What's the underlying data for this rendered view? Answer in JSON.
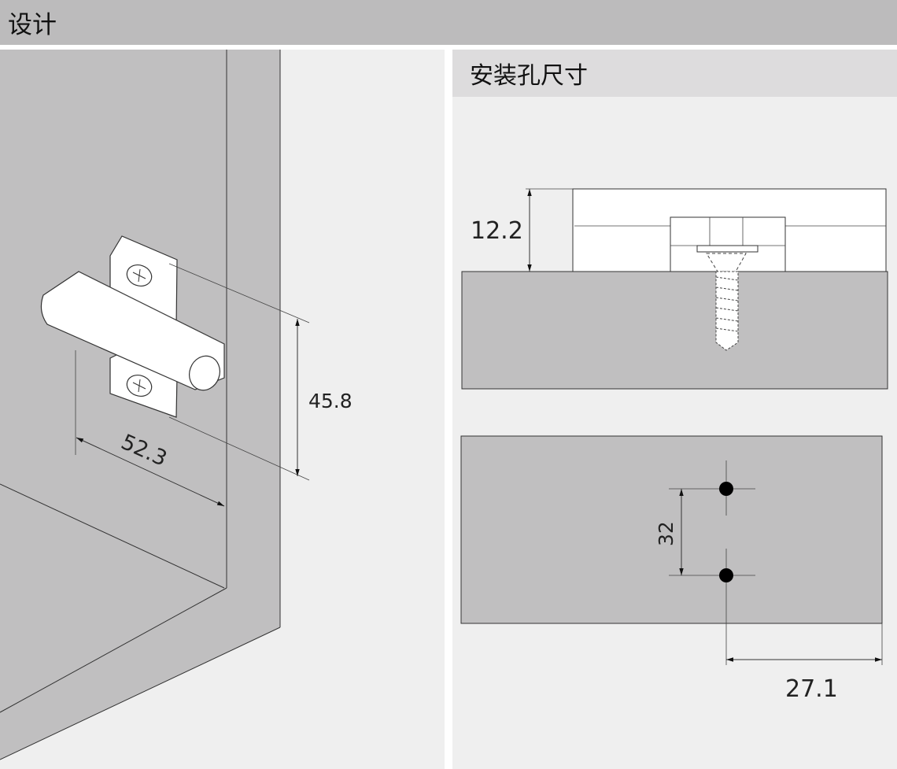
{
  "header": {
    "title": "设计"
  },
  "design_view": {
    "dimensions": {
      "height": "45.8",
      "depth": "52.3"
    }
  },
  "mounting_panel": {
    "title": "安装孔尺寸",
    "side_view": {
      "height": "12.2"
    },
    "hole_view": {
      "hole_spacing": "32",
      "edge_distance": "27.1"
    }
  },
  "colors": {
    "header_bg": "#bcbbbc",
    "panel_bg": "#efefef",
    "subheader_bg": "#dddcdd",
    "board_gray": "#c0bfc0"
  }
}
